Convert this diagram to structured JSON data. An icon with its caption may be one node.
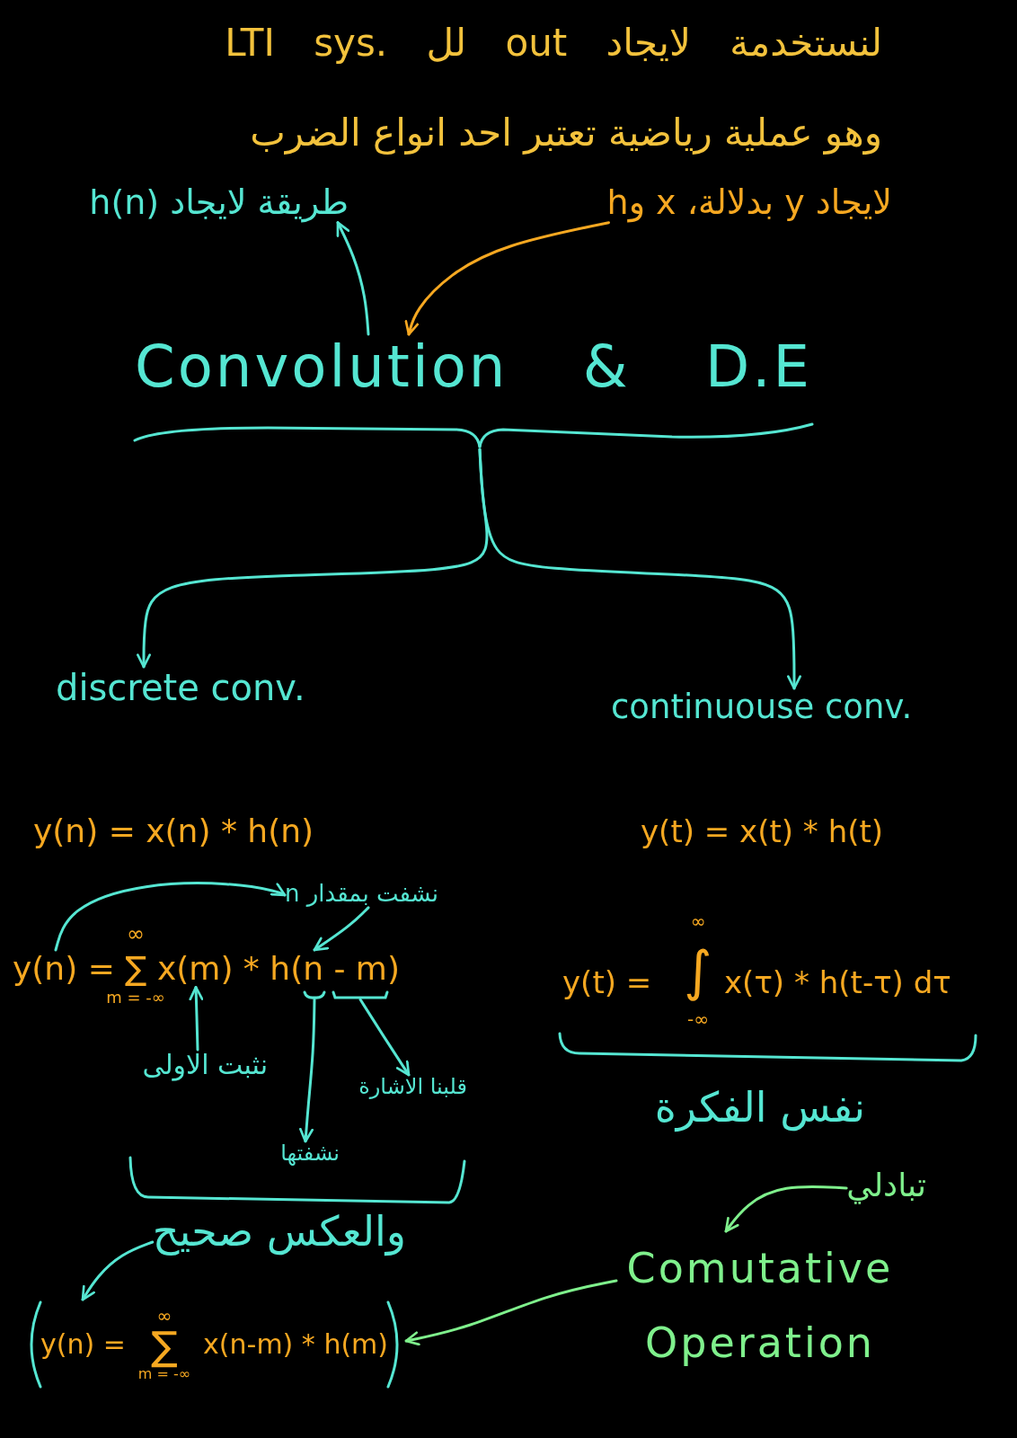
{
  "diagram": {
    "nodes": [
      {
        "text": [
          "طريقة لايجاد h(n)"
        ]
      },
      {
        "text": [
          "لايجاد y بدلالة، x وh"
        ]
      },
      {
        "text": [
          "Convolution & D.E"
        ]
      },
      {
        "text": [],
        "shape": "bracket"
      },
      {
        "text": [
          "discrete conv."
        ]
      },
      {
        "text": [
          "continuouse conv."
        ]
      },
      {
        "text": [
          "نشفت بمقدار n"
        ]
      },
      {
        "text": [
          "y(n) = ∑ x(m) * h(n - m)"
        ]
      },
      {
        "text": [],
        "shape": "bracket"
      },
      {
        "text": [],
        "shape": "bracket"
      },
      {
        "text": [
          "نثبت الاولى"
        ]
      },
      {
        "text": [
          "قلبنا الاشارة"
        ]
      },
      {
        "text": [
          "نشفتها"
        ]
      },
      {
        "text": [
          "والعكس صحيح"
        ]
      },
      {
        "text": [
          "تبادلي"
        ]
      },
      {
        "text": [
          "Comutative Operation"
        ]
      },
      {
        "text": [
          "y(n) =",
          "∞",
          "∑",
          "m = -∞",
          "x(n-m) * h(m)"
        ]
      }
    ],
    "edges": [
      {
        "from": 2,
        "to": 0,
        "arrow": "to"
      },
      {
        "from": 1,
        "to": 2,
        "arrow": "to",
        "color": "#f6a821"
      },
      {
        "from": 3,
        "to": 4,
        "arrow": "to"
      },
      {
        "from": 3,
        "to": 5,
        "arrow": "to"
      },
      {
        "from": 7,
        "to": 6,
        "arrow": "to"
      },
      {
        "from": 6,
        "to": 7,
        "arrow": "to"
      },
      {
        "from": 10,
        "to": 7,
        "arrow": "to"
      },
      {
        "from": 8,
        "to": 12,
        "arrow": "to"
      },
      {
        "from": 9,
        "to": 11,
        "arrow": "to"
      },
      {
        "from": 13,
        "to": 16,
        "arrow": "to"
      },
      {
        "from": 14,
        "to": 15,
        "arrow": "to",
        "color": "#7ff08c"
      },
      {
        "from": 15,
        "to": 16,
        "arrow": "to",
        "color": "#7ff08c"
      }
    ],
    "labels": [
      "لنستخدمة لايجاد out لل LTI sys.",
      "وهو عملية رياضية تعتبر احد انواع الضرب",
      "y(n) = x(n) * h(n)",
      "y(t) = x(t) * h(t)",
      "∞",
      "m = -∞",
      "y(t) =",
      "∞",
      "∫",
      "-∞",
      "x(τ) * h(t-τ) dτ",
      "نفس الفكرة"
    ]
  }
}
